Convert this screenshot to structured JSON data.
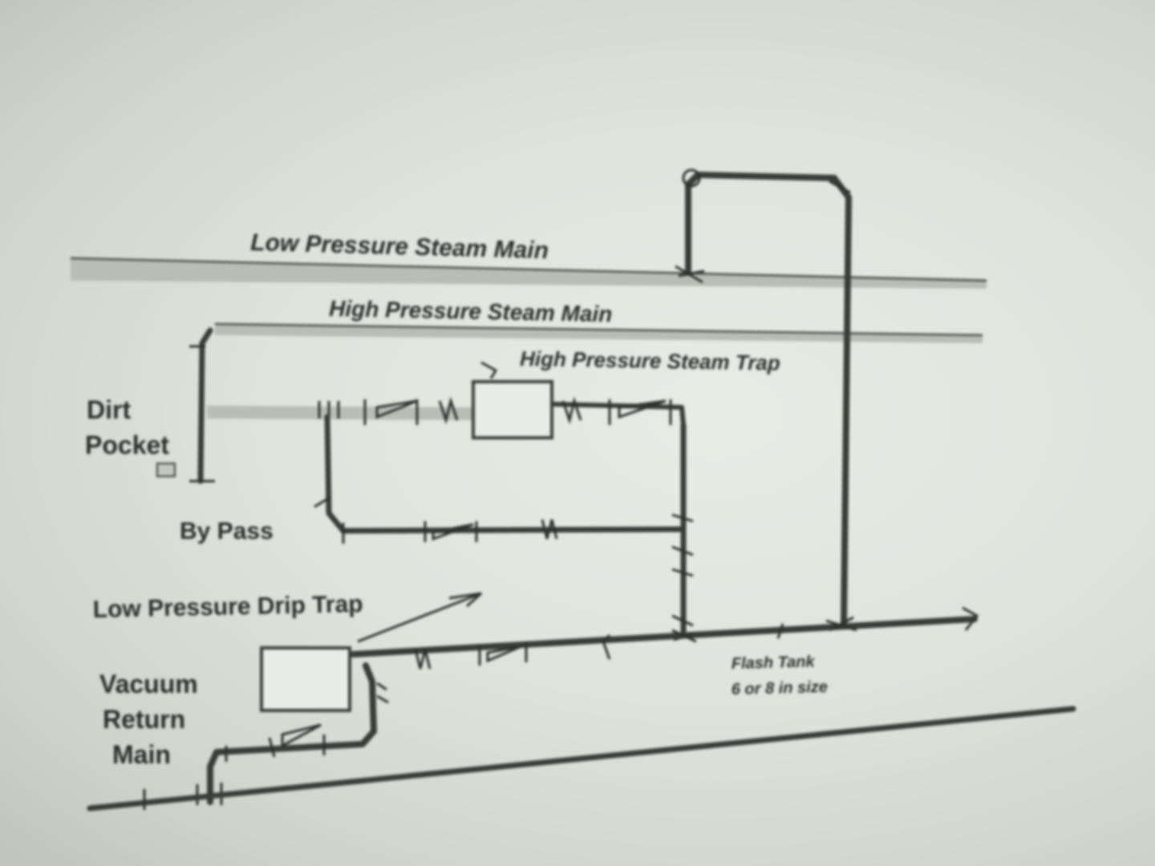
{
  "diagram": {
    "labels": {
      "low_pressure_steam_main": "Low Pressure Steam Main",
      "high_pressure_steam_main": "High Pressure Steam Main",
      "high_pressure_steam_trap": "High Pressure Steam Trap",
      "dirt_pocket_line1": "Dirt",
      "dirt_pocket_line2": "Pocket",
      "by_pass": "By Pass",
      "low_pressure_drip_trap": "Low Pressure Drip Trap",
      "vacuum_return_main_line1": "Vacuum",
      "vacuum_return_main_line2": "Return",
      "vacuum_return_main_line3": "Main",
      "flash_tank_line1": "Flash Tank",
      "flash_tank_line2": "6 or 8 in size"
    },
    "colors": {
      "paper": "#e3e7e0",
      "ink": "#2b2d2a",
      "pipe_band": "#b9bdb5"
    }
  }
}
